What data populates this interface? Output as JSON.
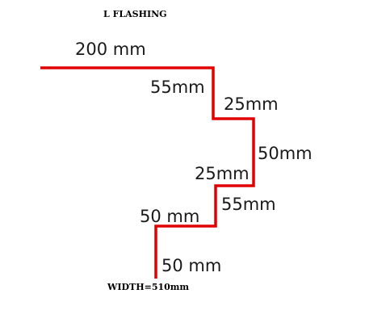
{
  "title": "L  FLASHING",
  "profile_color": "#e00000",
  "dimensions": [
    {
      "id": "seg-200",
      "label": "200 mm"
    },
    {
      "id": "seg-55a",
      "label": "55mm"
    },
    {
      "id": "seg-25a",
      "label": "25mm"
    },
    {
      "id": "seg-50a",
      "label": "50mm"
    },
    {
      "id": "seg-25b",
      "label": "25mm"
    },
    {
      "id": "seg-55b",
      "label": "55mm"
    },
    {
      "id": "seg-50b",
      "label": "50 mm"
    },
    {
      "id": "seg-50c",
      "label": "50 mm"
    }
  ],
  "total_width_label": "WIDTH=510mm"
}
